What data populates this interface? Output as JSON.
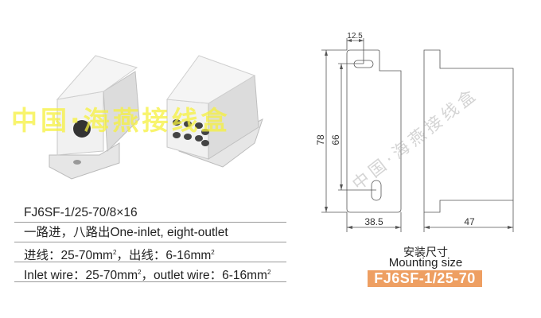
{
  "product_photo": {
    "watermark": "中国·海燕接线盒",
    "description_icon": "terminal-block-photo"
  },
  "specs": {
    "model": "FJ6SF-1/25-70/8×16",
    "config": "一路进，八路出One-inlet, eight-outlet",
    "wire_cn_prefix": "进线：25-70mm",
    "wire_cn_mid": "，出线：6-16mm",
    "wire_en_prefix": "Inlet wire：25-70mm",
    "wire_en_mid": "，outlet wire：6-16mm",
    "sup": "2"
  },
  "drawing": {
    "dim_width_slot": "12.5",
    "dim_height_total": "78",
    "dim_hole_spacing": "66",
    "dim_width_plate": "38.5",
    "dim_depth": "47",
    "watermark": "中国·海燕接线盒",
    "caption_cn": "安装尺寸",
    "caption_en": "Mounting size",
    "model_badge": "FJ6SF-1/25-70",
    "badge_color": "#ee9f62"
  }
}
